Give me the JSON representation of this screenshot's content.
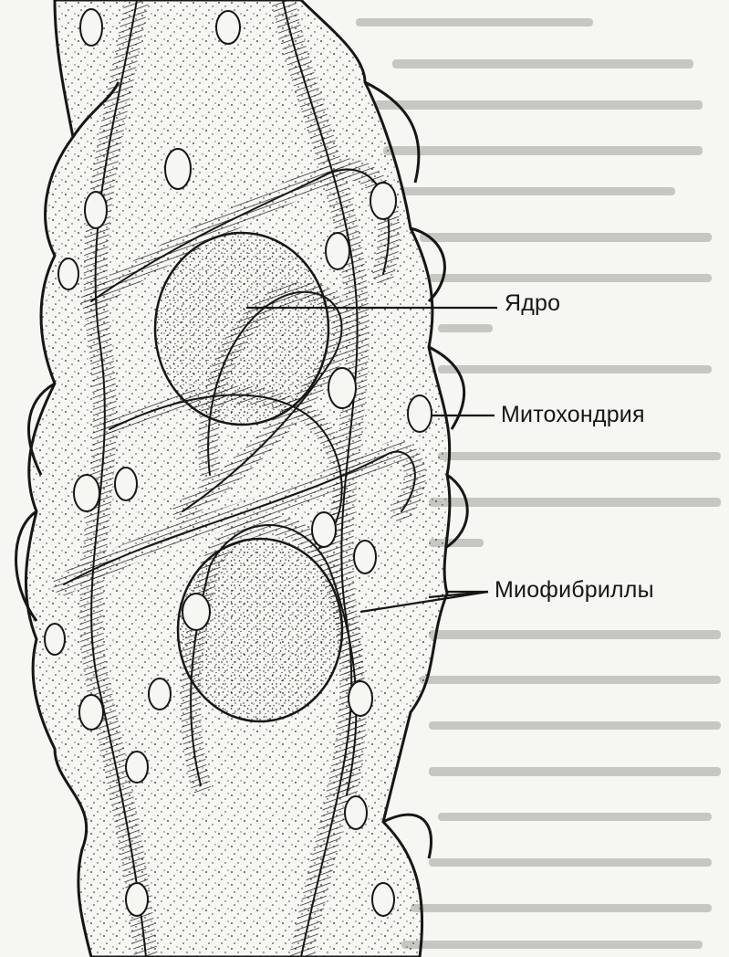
{
  "labels": {
    "nucleus": "Ядро",
    "mitochondria": "Митохондрия",
    "myofibrils": "Миофибриллы"
  },
  "colors": {
    "background": "#f6f6f3",
    "ink": "#161616",
    "faded_text": "#bdbdb8"
  }
}
